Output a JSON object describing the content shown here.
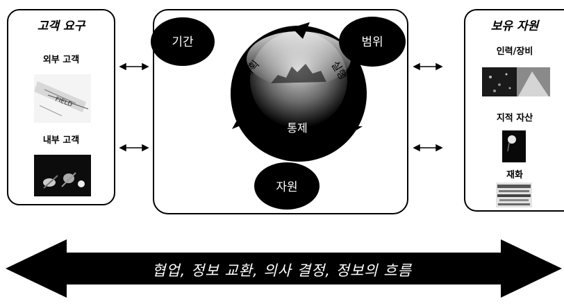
{
  "customer_panel": {
    "title": "고객 요구",
    "external_label": "외부 고객",
    "internal_label": "내부 고객"
  },
  "center": {
    "ellipses": {
      "period": "기간",
      "scope": "범위",
      "resource": "자원"
    },
    "cycle": {
      "plan": "계획",
      "execute": "실행",
      "control": "통제"
    }
  },
  "resources_panel": {
    "title": "보유 자원",
    "people_equipment": "인력/장비",
    "intellectual_assets": "지적 자산",
    "finance": "재화"
  },
  "bottom_arrow": {
    "text": "협업, 정보 교환, 의사 결정, 정보의 흐름"
  },
  "photo_names": [
    "external-customer-photo",
    "internal-customer-photo",
    "people-equipment-photo",
    "intellectual-assets-photo",
    "finance-photo"
  ]
}
